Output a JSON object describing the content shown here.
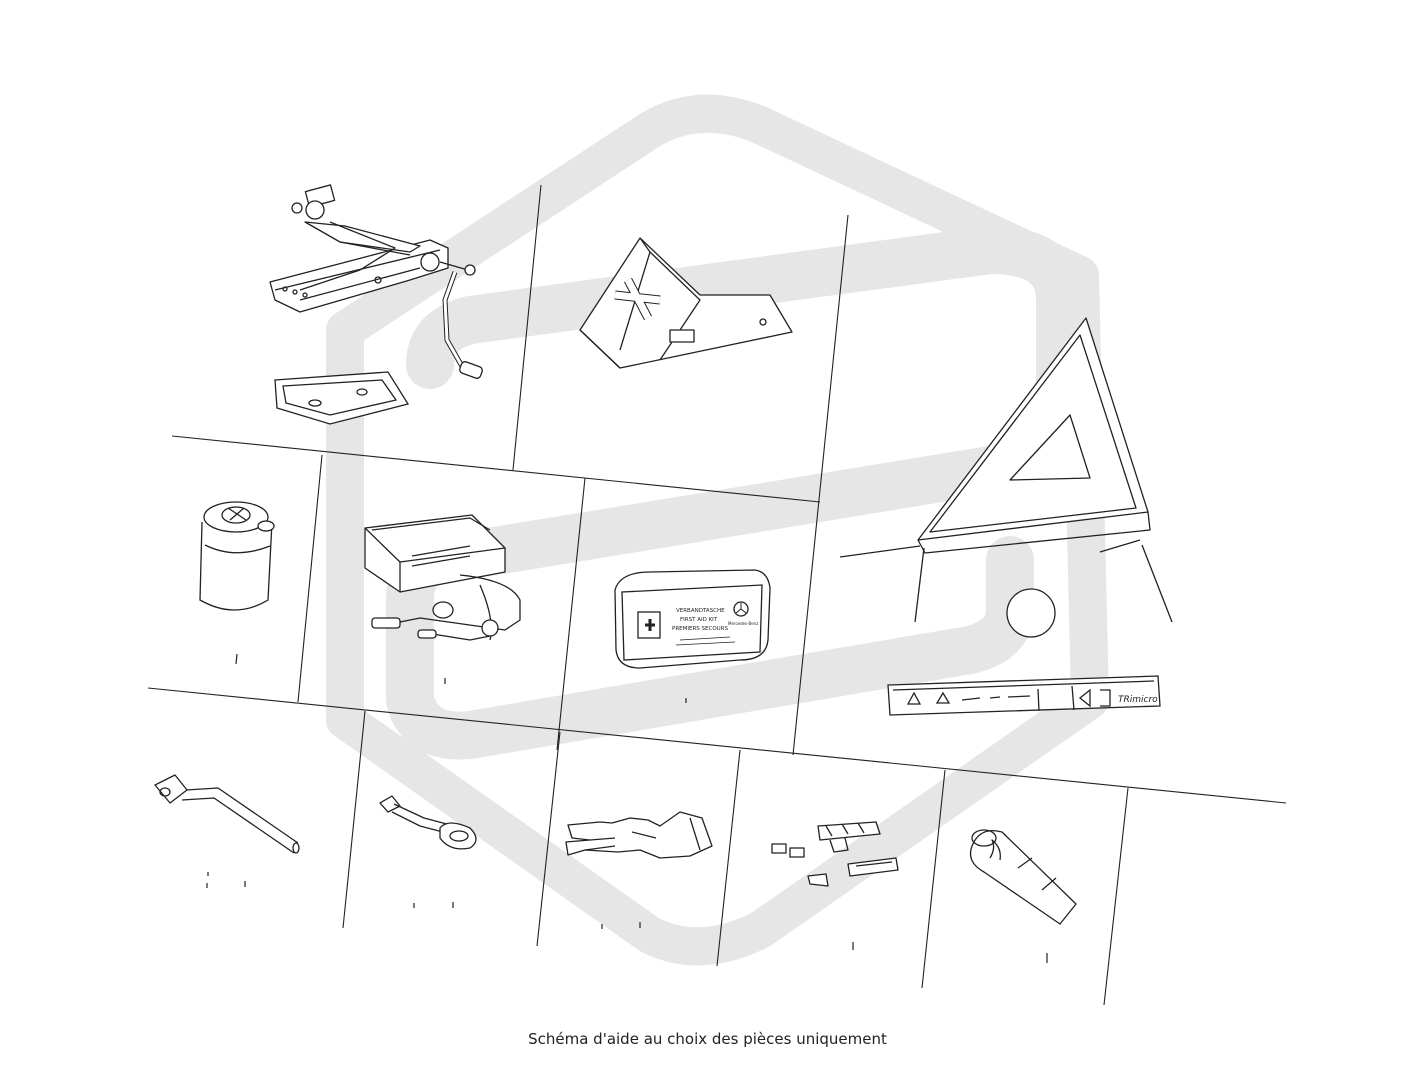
{
  "caption": "Schéma d'aide au choix des pièces uniquement",
  "first_aid_kit": {
    "line1": "VERBANDTASCHE",
    "line2": "FIRST AID KIT",
    "line3": "PREMIERS SECOURS",
    "brand": "Mercedes-Benz"
  },
  "reflector_label": "TRimicro",
  "colors": {
    "line": "#222222",
    "watermark": "#e6e6e6",
    "background": "#ffffff"
  }
}
